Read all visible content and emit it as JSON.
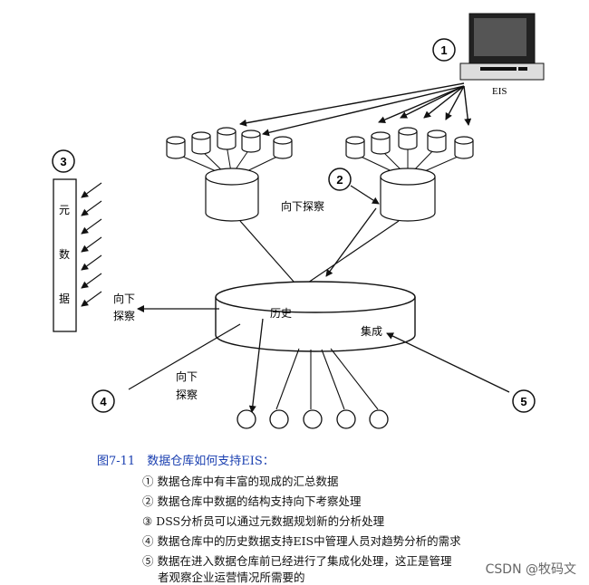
{
  "labels": {
    "eis": "EIS",
    "meta_chars": [
      "元",
      "数",
      "据"
    ],
    "drill_down_top": "向下探察",
    "drill_down_left": [
      "向下",
      "探察"
    ],
    "drill_down_bottom": [
      "向下",
      "探察"
    ],
    "history": "历史",
    "integration": "集成",
    "markers": [
      "1",
      "2",
      "3",
      "4",
      "5"
    ]
  },
  "caption": {
    "title": "图7-11　数据仓库如何支持EIS：",
    "lines": [
      "① 数据仓库中有丰富的现成的汇总数据",
      "② 数据仓库中数据的结构支持向下考察处理",
      "③ DSS分析员可以通过元数据规划新的分析处理",
      "④ 数据仓库中的历史数据支持EIS中管理人员对趋势分析的需求",
      "⑤ 数据在进入数据仓库前已经进行了集成化处理，这正是管理",
      "者观察企业运营情况所需要的"
    ]
  },
  "watermark": "CSDN @牧码文"
}
